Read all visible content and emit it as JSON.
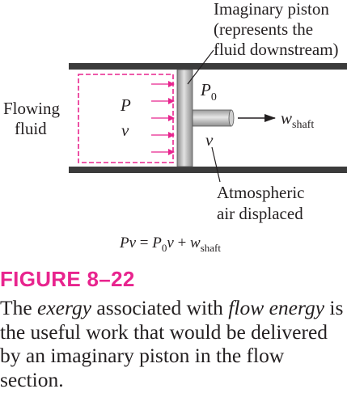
{
  "figure": {
    "labels": {
      "piston_label_line1": "Imaginary piston",
      "piston_label_line2": "(represents the",
      "piston_label_line3": "fluid downstream)",
      "flowing_fluid_line1": "Flowing",
      "flowing_fluid_line2": "fluid",
      "pressure_P": "P",
      "volume_v_left": "v",
      "pressure_P0": "P",
      "pressure_P0_sub": "0",
      "volume_v_right": "v",
      "w_shaft": "w",
      "w_shaft_sub": "shaft",
      "atm_line1": "Atmospheric",
      "atm_line2": "air displaced"
    },
    "equation": {
      "lhs_P": "P",
      "lhs_v": "v",
      "equals": " = ",
      "P0": "P",
      "P0_sub": "0",
      "v2": "v",
      "plus": " + ",
      "w": "w",
      "w_sub": "shaft"
    },
    "colors": {
      "accent": "#e8248e",
      "ink": "#231f20",
      "wall": "#3b3b3b",
      "piston": "#b8b8b8"
    }
  },
  "caption": {
    "title": "FIGURE 8–22",
    "text_parts": [
      "The ",
      "exergy",
      " associated with ",
      "flow energy",
      " is the useful work that would be delivered by an imaginary piston in the flow section."
    ]
  }
}
